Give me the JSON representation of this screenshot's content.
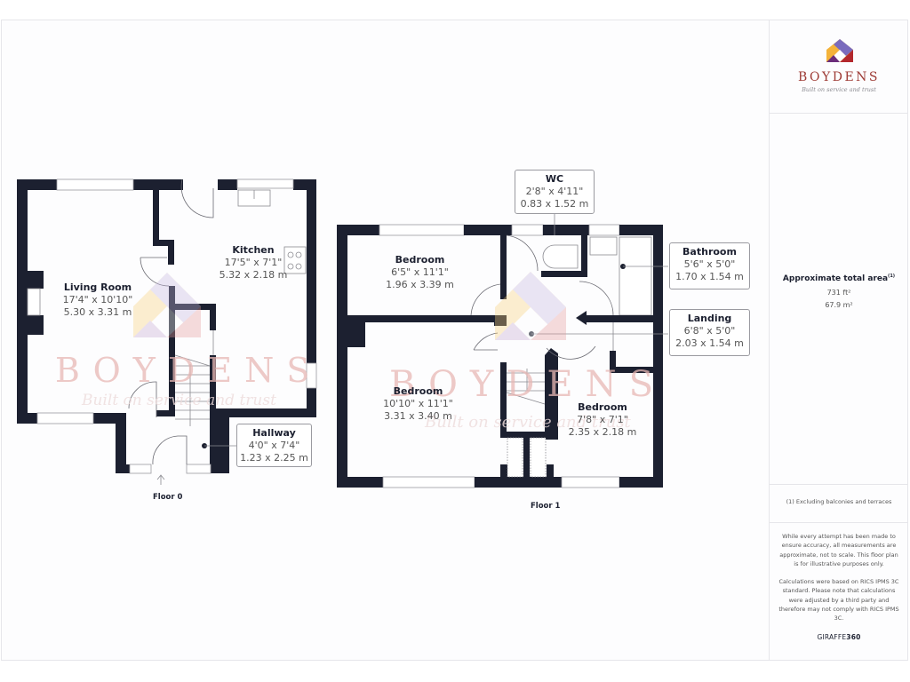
{
  "brand": {
    "name": "BOYDENS",
    "tagline": "Built on service and trust",
    "colors": {
      "orange": "#f4b33a",
      "purple": "#7a6bbd",
      "dark_purple": "#6b2d7a",
      "red": "#b3282d",
      "brand_text": "#9e3b35"
    }
  },
  "summary": {
    "title": "Approximate total area",
    "footnote_marker": "(1)",
    "area_ft": "731 ft²",
    "area_m": "67.9 m²",
    "note": "(1) Excluding balconies and terraces"
  },
  "disclaimer": {
    "paragraph1": "While every attempt has been made to ensure accuracy, all measurements are approximate, not to scale. This floor plan is for illustrative purposes only.",
    "paragraph2": "Calculations were based on RICS IPMS 3C standard. Please note that calculations were adjusted by a third party and therefore may not comply with RICS IPMS 3C.",
    "provider_prefix": "GIRAFFE",
    "provider_suffix": "360"
  },
  "floors": [
    {
      "label": "Floor 0",
      "rooms": [
        {
          "name": "Living Room",
          "imperial": "17'4\" x 10'10\"",
          "metric": "5.30 x 3.31 m"
        },
        {
          "name": "Kitchen",
          "imperial": "17'5\" x 7'1\"",
          "metric": "5.32 x 2.18 m"
        },
        {
          "name": "Hallway",
          "imperial": "4'0\" x 7'4\"",
          "metric": "1.23 x 2.25 m"
        }
      ]
    },
    {
      "label": "Floor 1",
      "rooms": [
        {
          "name": "Bedroom",
          "imperial": "6'5\" x 11'1\"",
          "metric": "1.96 x 3.39 m"
        },
        {
          "name": "WC",
          "imperial": "2'8\" x 4'11\"",
          "metric": "0.83 x 1.52 m"
        },
        {
          "name": "Bathroom",
          "imperial": "5'6\" x 5'0\"",
          "metric": "1.70 x 1.54 m"
        },
        {
          "name": "Landing",
          "imperial": "6'8\" x 5'0\"",
          "metric": "2.03 x 1.54 m"
        },
        {
          "name": "Bedroom",
          "imperial": "10'10\" x 11'1\"",
          "metric": "3.31 x 3.40 m"
        },
        {
          "name": "Bedroom",
          "imperial": "7'8\" x 7'1\"",
          "metric": "2.35 x 2.18 m"
        }
      ]
    }
  ]
}
